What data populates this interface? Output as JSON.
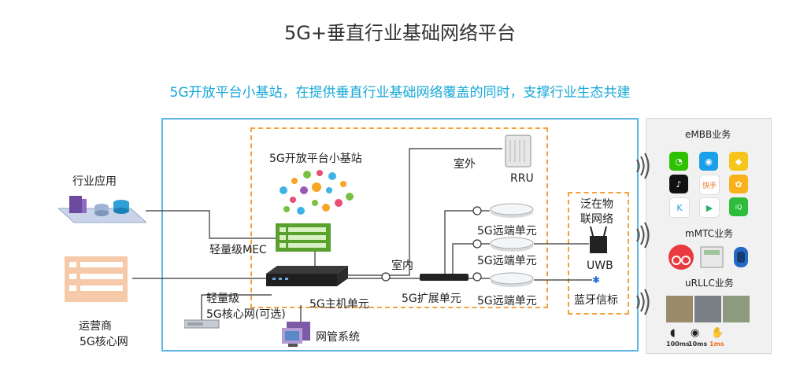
{
  "title": "5G+垂直行业基础网络平台",
  "subtitle": "5G开放平台小基站，在提供垂直行业基础网络覆盖的同时，支撑行业生态共建",
  "left": {
    "industry_app": "行业应用",
    "operator_line1": "运营商",
    "operator_line2": "5G核心网"
  },
  "center": {
    "open_platform": "5G开放平台小基站",
    "mec": "轻量级MEC",
    "light_core_line1": "轻量级",
    "light_core_line2": "5G核心网(可选)",
    "host_unit": "5G主机单元",
    "nms": "网管系统",
    "outdoor": "室外",
    "rru": "RRU",
    "indoor": "室内",
    "expansion_unit": "5G扩展单元",
    "remote_units": [
      "5G远端单元",
      "5G远端单元",
      "5G远端单元"
    ]
  },
  "iot": {
    "title_line1": "泛在物",
    "title_line2": "联网络",
    "uwb": "UWB",
    "bluetooth": "蓝牙信标"
  },
  "services": {
    "embb": "eMBB业务",
    "mmtc": "mMTC业务",
    "urllc": "uRLLC业务",
    "latency": [
      "100ms",
      "10ms",
      "1ms"
    ],
    "app_labels": [
      "快手"
    ]
  },
  "colors": {
    "accent_blue": "#17a8d8",
    "frame_blue": "#5fb6e6",
    "dash_orange": "#f2a23a",
    "server_orange": "#f6c9a8"
  }
}
